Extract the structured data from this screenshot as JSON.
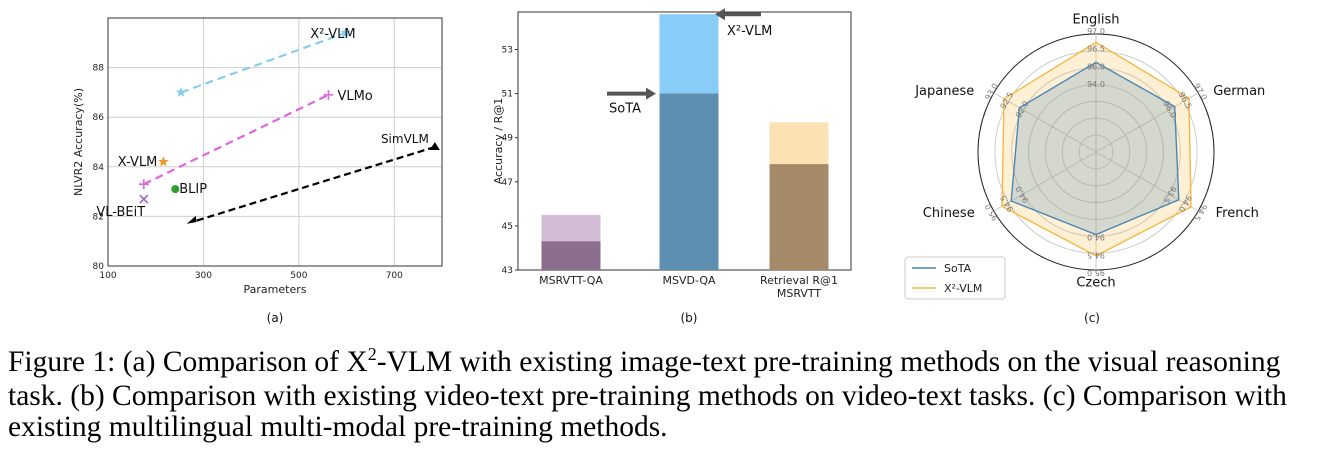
{
  "chart_data": [
    {
      "type": "scatter",
      "panel_label": "(a)",
      "xlabel": "Parameters",
      "ylabel": "NLVR2 Accuracy(%)",
      "xlim": [
        100,
        800
      ],
      "ylim": [
        80,
        90
      ],
      "x_ticks": [
        "100",
        "300",
        "500",
        "700"
      ],
      "y_ticks": [
        "80",
        "82",
        "84",
        "86",
        "88"
      ],
      "grid": true,
      "series": [
        {
          "name": "X²-VLM",
          "color": "#87ceeb",
          "marker": "star",
          "dashed_line": true,
          "points": [
            [
              253,
              87.0
            ],
            [
              598,
              89.4
            ]
          ]
        },
        {
          "name": "VLMo",
          "color": "#e066e0",
          "marker": "plus",
          "dashed_line": true,
          "points": [
            [
              175,
              83.3
            ],
            [
              562,
              86.9
            ]
          ]
        },
        {
          "name": "SimVLM",
          "color": "#000000",
          "marker": "triangle",
          "dashed_line": true,
          "points": [
            [
              265,
              81.7
            ],
            [
              785,
              84.8
            ]
          ]
        },
        {
          "name": "X-VLM",
          "color": "#f29b2b",
          "marker": "star",
          "dashed_line": false,
          "points": [
            [
              216,
              84.2
            ]
          ]
        },
        {
          "name": "BLIP",
          "color": "#2ca02c",
          "marker": "circle",
          "dashed_line": false,
          "points": [
            [
              241,
              83.1
            ]
          ]
        },
        {
          "name": "VL-BEiT",
          "color": "#9467bd",
          "marker": "x",
          "dashed_line": false,
          "points": [
            [
              175,
              82.7
            ]
          ]
        }
      ]
    },
    {
      "type": "bar",
      "panel_label": "(b)",
      "ylabel": "Accuracy / R@1",
      "ylim": [
        43,
        54.7
      ],
      "y_ticks": [
        "43",
        "45",
        "47",
        "49",
        "51",
        "53"
      ],
      "categories": [
        "MSRVTT-QA",
        "MSVD-QA",
        "Retrieval R@1\nMSRVTT"
      ],
      "series": [
        {
          "name": "SoTA",
          "values": [
            44.3,
            51.0,
            47.8
          ]
        },
        {
          "name": "X²-VLM",
          "values": [
            45.5,
            54.6,
            49.7
          ]
        }
      ],
      "overlay_colors": [
        [
          "#8c6f8f",
          "#d3bcd6"
        ],
        [
          "#5e8fb1",
          "#87cdf8"
        ],
        [
          "#a48a68",
          "#fce2b2"
        ]
      ],
      "annotations": [
        {
          "text": "X²-VLM",
          "target": "MSVD-QA"
        },
        {
          "text": "SoTA",
          "target": "MSVD-QA"
        }
      ]
    },
    {
      "type": "radar",
      "panel_label": "(c)",
      "axes": [
        "English",
        "German",
        "French",
        "Czech",
        "Chinese",
        "Japanese"
      ],
      "rlim": [
        93.5,
        97.0
      ],
      "ring_values": [
        94.0,
        94.5,
        95.0,
        95.5,
        96.0,
        96.5,
        97.0
      ],
      "ring_labels": {
        "English": [
          "94.0",
          "96.0",
          "96.5",
          "97.0"
        ],
        "German": [
          "96.0",
          "96.5",
          "97.0"
        ],
        "French": [
          "93.5",
          "94.0",
          "94.5"
        ],
        "Czech": [
          "94.0",
          "94.5",
          "95.0"
        ],
        "Chinese": [
          "94.0",
          "94.5",
          "95.0"
        ],
        "Japanese": [
          "92.0",
          "92.5",
          "93.0"
        ]
      },
      "series": [
        {
          "name": "SoTA",
          "color": "#4a86b4",
          "values": [
            0.76,
            0.77,
            0.81,
            0.7,
            0.83,
            0.75
          ]
        },
        {
          "name": "X²-VLM",
          "color": "#f5b942",
          "values": [
            0.93,
            0.91,
            0.93,
            0.88,
            0.92,
            0.9
          ]
        }
      ]
    }
  ],
  "caption": {
    "lead": "Figure 1: (a) Comparison of X",
    "sup": "2",
    "rest": "-VLM with existing image-text pre-training methods on the visual reasoning task. (b) Comparison with existing video-text pre-training methods on video-text tasks. (c) Comparison with existing multilingual multi-modal pre-training methods."
  }
}
